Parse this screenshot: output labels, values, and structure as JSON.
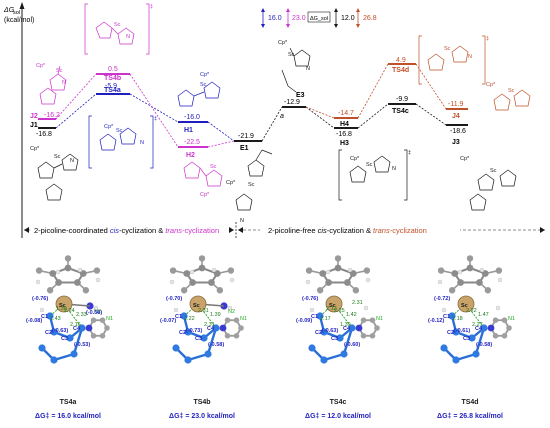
{
  "axis": {
    "label": "ΔG",
    "sub": "sol",
    "unit": "(kcal/mol)"
  },
  "colors": {
    "black": "#1a1a1a",
    "blue": "#1f1fbf",
    "magenta": "#cc33cc",
    "orange": "#c0502a",
    "green": "#22aa22",
    "teal": "#1a8a8a"
  },
  "legend": [
    {
      "value": "16.0",
      "color": "#1f1fbf"
    },
    {
      "value": "23.0",
      "color": "#cc33cc"
    },
    {
      "value": "ΔG_sol",
      "color": "#1a1a1a",
      "boxed": true
    },
    {
      "value": "12.0",
      "color": "#1a1a1a"
    },
    {
      "value": "26.8",
      "color": "#c0502a"
    }
  ],
  "labels": {
    "J1": "J1",
    "J2": "J2",
    "H1": "H1",
    "H2": "H2",
    "E1": "E1",
    "E3": "E3",
    "H3": "H3",
    "H4": "H4",
    "J3": "J3",
    "J4": "J4",
    "TS4a": "TS4a",
    "TS4b": "TS4b",
    "TS4c": "TS4c",
    "TS4d": "TS4d",
    "a": "a"
  },
  "values": {
    "J1": "-16.8",
    "J2": "-16.2",
    "TS4a": "-5.9",
    "TS4b": "0.5",
    "H1": "-16.0",
    "H2": "-22.5",
    "E1": "-21.9",
    "E3": "-12.9",
    "H3": "-16.8",
    "H4": "-14.7",
    "TS4c": "-9.9",
    "TS4d": "4.9",
    "J3": "-18.6",
    "J4": "-11.9"
  },
  "sections": {
    "left_prefix": "2-picoline-coordinated ",
    "left_cis": "cis",
    "left_mid": "-cyclization & ",
    "left_trans": "trans",
    "left_suffix": "-cyclization",
    "right_prefix": "2-picoline-free ",
    "right_cis": "cis",
    "right_mid": "-cyclization & ",
    "right_trans": "trans",
    "right_suffix": "-cyclization"
  },
  "ts_structures": [
    {
      "name": "TS4a",
      "energy": "ΔG‡ = 16.0 kcal/mol",
      "atoms": {
        "sc": "Sc",
        "n1": "N1",
        "n2": "N2",
        "c1": "C1",
        "c2": "C2",
        "c3": "C3",
        "c4": "C4"
      },
      "charges": [
        "(-0.76)",
        "(-0.08)",
        "(-0.63)",
        "(-0.53)",
        "(-0.58)"
      ],
      "distances": [
        "2.24",
        "2.33",
        "1.43",
        "2.16",
        "1.39"
      ]
    },
    {
      "name": "TS4b",
      "energy": "ΔG‡ = 23.0 kcal/mol",
      "atoms": {
        "sc": "Sc",
        "n1": "N1",
        "n2": "N2",
        "c1": "C1",
        "c2": "C2",
        "c3": "C3",
        "c4": "C4"
      },
      "charges": [
        "(-0.70)",
        "(-0.07)",
        "(-0.73)",
        "(-0.58)"
      ],
      "distances": [
        "2.31",
        "1.39",
        "2.22",
        "2.31"
      ]
    },
    {
      "name": "TS4c",
      "energy": "ΔG‡ = 12.0 kcal/mol",
      "atoms": {
        "sc": "Sc",
        "n1": "N1",
        "c1": "C1",
        "c2": "C2",
        "c3": "C3",
        "c4": "C4"
      },
      "charges": [
        "(-0.76)",
        "(-0.09)",
        "(-0.63)",
        "(-0.60)"
      ],
      "distances": [
        "2.25",
        "1.42",
        "2.17",
        "1.39",
        "2.12",
        "2.31"
      ]
    },
    {
      "name": "TS4d",
      "energy": "ΔG‡ = 26.8 kcal/mol",
      "atoms": {
        "sc": "Sc",
        "n1": "N1",
        "c1": "C1",
        "c2": "C2",
        "c3": "C3",
        "c4": "C4"
      },
      "charges": [
        "(-0.72)",
        "(-0.12)",
        "(-0.61)",
        "(-0.58)"
      ],
      "distances": [
        "2.22",
        "1.47",
        "2.18",
        "2.27"
      ]
    }
  ],
  "molecule_text": {
    "cp": "Cp*",
    "sc": "Sc",
    "n": "N",
    "h": "H",
    "plus": "⊕",
    "dagger": "‡"
  }
}
